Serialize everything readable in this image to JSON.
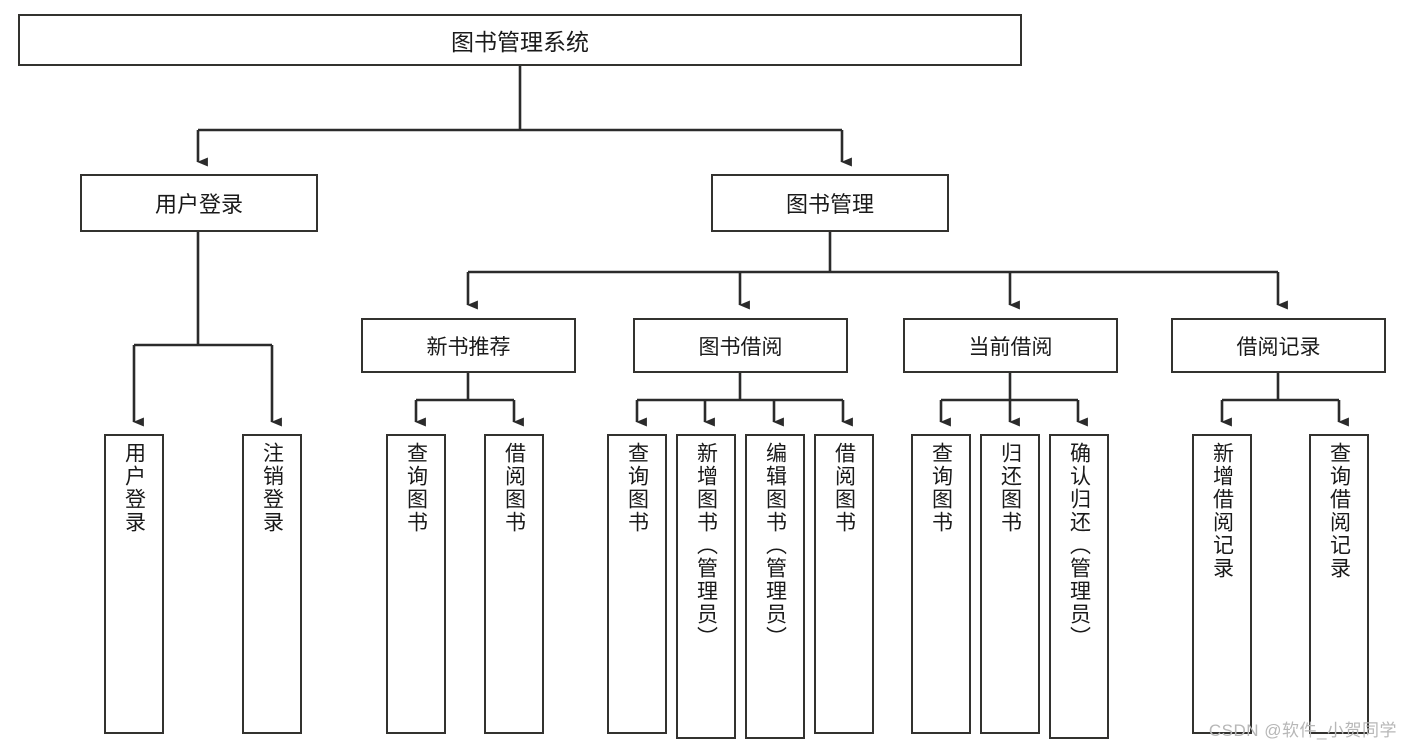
{
  "diagram": {
    "title": "图书管理系统",
    "type": "tree",
    "watermark": "CSDN @软件_小贺同学",
    "colors": {
      "border": "#33322f",
      "background": "#ffffff",
      "text": "#1a1a1a",
      "edge": "#2b2b2b",
      "watermark": "#b7b7b7"
    }
  },
  "nodes": {
    "root": {
      "label": "图书管理系统"
    },
    "level2": [
      {
        "id": "user-login",
        "label": "用户登录"
      },
      {
        "id": "book-manage",
        "label": "图书管理"
      }
    ],
    "level3": [
      {
        "id": "new-book-recommend",
        "label": "新书推荐"
      },
      {
        "id": "book-borrow",
        "label": "图书借阅"
      },
      {
        "id": "current-borrow",
        "label": "当前借阅"
      },
      {
        "id": "borrow-record",
        "label": "借阅记录"
      }
    ],
    "leaves": [
      {
        "id": "leaf-user-login",
        "label": "用户登录",
        "parent": "user-login"
      },
      {
        "id": "leaf-logout",
        "label": "注销登录",
        "parent": "user-login"
      },
      {
        "id": "leaf-query-book-1",
        "label": "查询图书",
        "parent": "new-book-recommend"
      },
      {
        "id": "leaf-borrow-book-1",
        "label": "借阅图书",
        "parent": "new-book-recommend"
      },
      {
        "id": "leaf-query-book-2",
        "label": "查询图书",
        "parent": "book-borrow"
      },
      {
        "id": "leaf-add-book",
        "label": "新增图书（管理员）",
        "parent": "book-borrow"
      },
      {
        "id": "leaf-edit-book",
        "label": "编辑图书（管理员）",
        "parent": "book-borrow"
      },
      {
        "id": "leaf-borrow-book-2",
        "label": "借阅图书",
        "parent": "book-borrow"
      },
      {
        "id": "leaf-query-book-3",
        "label": "查询图书",
        "parent": "current-borrow"
      },
      {
        "id": "leaf-return-book",
        "label": "归还图书",
        "parent": "current-borrow"
      },
      {
        "id": "leaf-confirm-return",
        "label": "确认归还（管理员）",
        "parent": "current-borrow"
      },
      {
        "id": "leaf-add-record",
        "label": "新增借阅记录",
        "parent": "borrow-record"
      },
      {
        "id": "leaf-query-record",
        "label": "查询借阅记录",
        "parent": "borrow-record"
      }
    ]
  }
}
